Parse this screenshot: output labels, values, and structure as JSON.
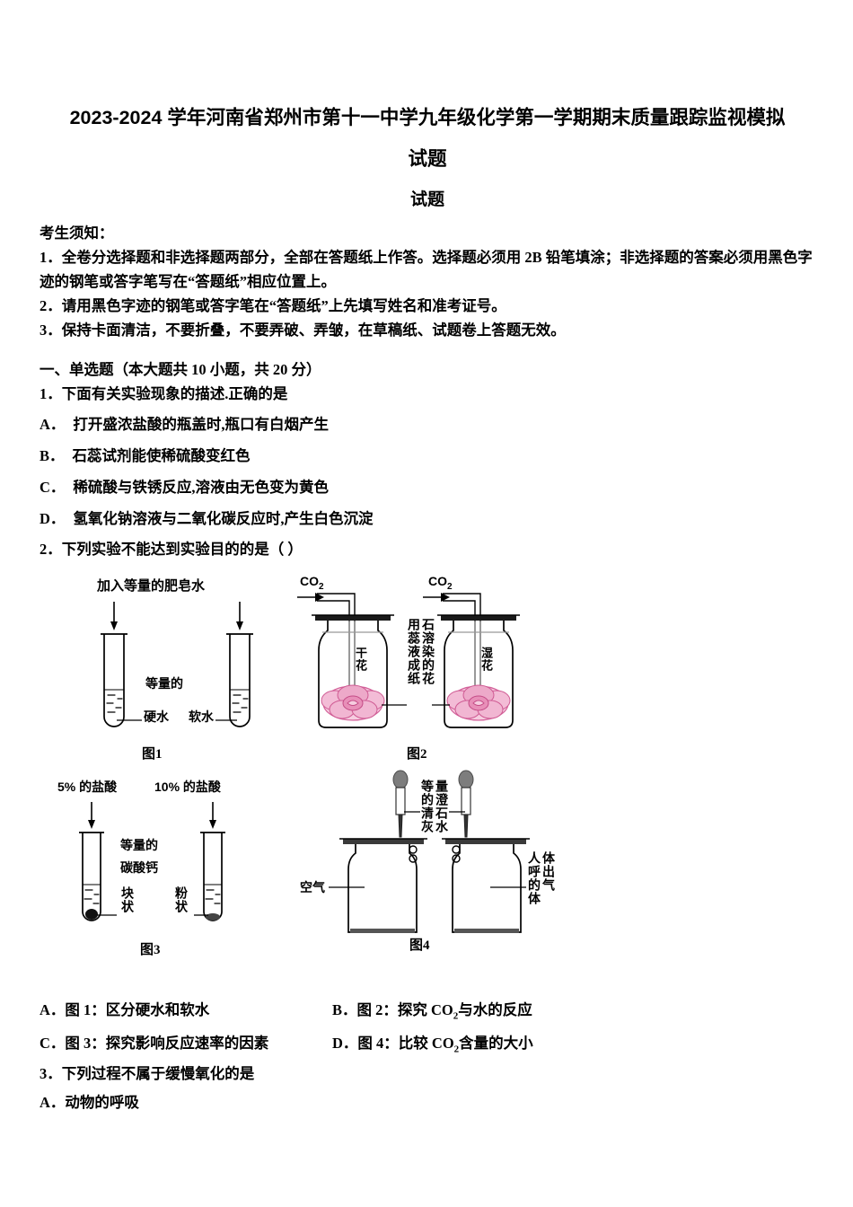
{
  "document": {
    "title_line1": "2023-2024 学年河南省郑州市第十一中学九年级化学第一学期期末质量跟踪监视模拟",
    "title_line2": "试题",
    "subtitle": "试题"
  },
  "notice": {
    "heading": "考生须知：",
    "item1": "1．全卷分选择题和非选择题两部分，全部在答题纸上作答。选择题必须用 2B 铅笔填涂；非选择题的答案必须用黑色字迹的钢笔或答字笔写在“答题纸”相应位置上。",
    "item2": "2．请用黑色字迹的钢笔或答字笔在“答题纸”上先填写姓名和准考证号。",
    "item3": "3．保持卡面清洁，不要折叠，不要弄破、弄皱，在草稿纸、试题卷上答题无效。"
  },
  "section": {
    "heading": "一、单选题（本大题共 10 小题，共 20 分）"
  },
  "questions": {
    "q1": {
      "stem": "1．下面有关实验现象的描述.正确的是",
      "options": [
        {
          "label": "A．",
          "text": "打开盛浓盐酸的瓶盖时,瓶口有白烟产生"
        },
        {
          "label": "B．",
          "text": "石蕊试剂能使稀硫酸变红色"
        },
        {
          "label": "C．",
          "text": "稀硫酸与铁锈反应,溶液由无色变为黄色"
        },
        {
          "label": "D．",
          "text": "氢氧化钠溶液与二氧化碳反应时,产生白色沉淀"
        }
      ]
    },
    "q2": {
      "stem": "2．下列实验不能达到实验目的的是（      ）",
      "options": [
        {
          "label": "A．",
          "prefix": "图 1：区分硬水和软水",
          "sub": "",
          "suffix": ""
        },
        {
          "label": "B．",
          "prefix": "图 2：探究 CO",
          "sub": "2",
          "suffix": "与水的反应"
        },
        {
          "label": "C．",
          "prefix": "图 3：探究影响反应速率的因素",
          "sub": "",
          "suffix": ""
        },
        {
          "label": "D．",
          "prefix": "图 4：比较 CO",
          "sub": "2",
          "suffix": "含量的大小"
        }
      ]
    },
    "q3": {
      "stem": "3．下列过程不属于缓慢氧化的是",
      "option_a": "A．动物的呼吸"
    }
  },
  "figures": {
    "fig1": {
      "caption_cn": "图",
      "caption_num": "1",
      "top_label": "加入等量的肥皂水",
      "mid_label": "等量的",
      "left_label": "硬水",
      "right_label": "软水"
    },
    "fig2": {
      "caption_cn": "图",
      "caption_num": "2",
      "gas_label_left": "CO",
      "gas_label_left_sub": "2",
      "gas_label_right": "CO",
      "gas_label_right_sub": "2",
      "bottle_left_label": "干花",
      "bottle_right_label": "湿花",
      "mid_col1": "用蕊液成纸",
      "mid_col2": "石溶染的花"
    },
    "fig3": {
      "caption_cn": "图",
      "caption_num": "3",
      "left_top_label": "5% 的盐酸",
      "right_top_label": "10% 的盐酸",
      "mid_label_l1": "等量的",
      "mid_label_l2": "碳酸钙",
      "left_state": "块状",
      "right_state": "粉状"
    },
    "fig4": {
      "caption_cn": "图",
      "caption_num": "4",
      "mid_col1": "等的清灰",
      "mid_col2": "量澄石水",
      "left_label": "空气",
      "right_col1": "人呼的体",
      "right_col2": "体出气"
    }
  },
  "colors": {
    "ink": "#000000",
    "paper": "#ffffff",
    "flower_pink": "#e87fae",
    "flower_pale": "#f7cfe0",
    "bulb_gray": "#808080",
    "glass_gray": "#888888"
  }
}
